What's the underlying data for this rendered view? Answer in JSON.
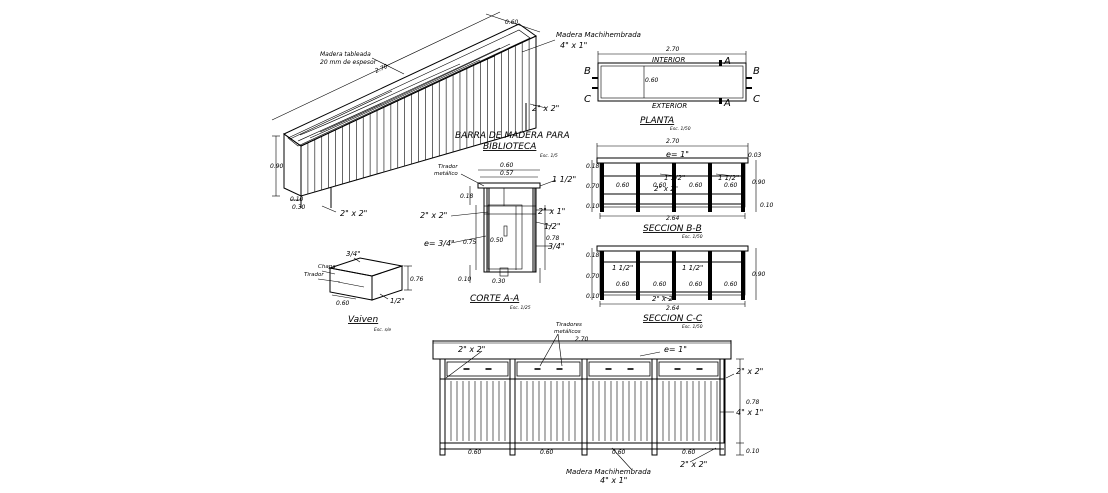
{
  "iso": {
    "label_tablero": "Madera tableada",
    "label_espesor": "20 mm de espesor",
    "label_madera": "Madera Machihembrada",
    "label_madera_dim": "4\" x 1\"",
    "dim_length": "2.70",
    "dim_depth": "0.60",
    "dim_height": "0.90",
    "dim_leg_a": "0.10",
    "dim_leg_b": "0.30",
    "label_pata": "2\" x 2\"",
    "label_pata_back": "2\" x 2\""
  },
  "title": {
    "line1": "BARRA DE MADERA PARA",
    "line2": "BIBLIOTECA"
  },
  "planta": {
    "title": "PLANTA",
    "scale": "Esc. 1/50",
    "dim_length": "2.70",
    "dim_depth": "0.60",
    "label_interior": "INTERIOR",
    "label_exterior": "EXTERIOR",
    "cut_a_top": "A",
    "cut_a_bot": "A",
    "cut_b_left": "B",
    "cut_b_right": "B",
    "cut_c_left": "C",
    "cut_c_right": "C"
  },
  "corte": {
    "title": "CORTE A-A",
    "scale": "Esc. 1/25",
    "scale_top": "Esc. 1/5",
    "dim_top": "0.60",
    "dim_inner": "0.57",
    "dim_1": "0.18",
    "dim_2": "0.50",
    "dim_3": "0.75",
    "dim_4": "0.78",
    "dim_5": "0.10",
    "dim_6": "0.30",
    "label_tirador": "Tirador",
    "label_metalico": "metálico",
    "label_2x2": "2\" x 2\"",
    "label_e34": "e= 3/4\"",
    "label_1half": "1 1/2\"",
    "label_2x1": "2\" x 1\"",
    "label_half": "1/2\"",
    "label_34": "3/4\""
  },
  "vaiven": {
    "title": "Vaiven",
    "scale": "Esc. s/e",
    "label_34": "3/4\"",
    "label_chapa": "Chapa",
    "label_tirador": "Tirador",
    "label_half": "1/2\"",
    "dim_depth": "0.60",
    "dim_height": "0.76"
  },
  "seccion_b": {
    "title": "SECCION B-B",
    "scale": "Esc. 1/50",
    "dim_total": "2.70",
    "dim_inner": "2.64",
    "label_e1": "e= 1\"",
    "label_1half_a": "1 1/2\"",
    "label_1half_b": "1 1/2\"",
    "label_2x2": "2\" x 2\"",
    "cells": [
      "0.60",
      "0.60",
      "0.60",
      "0.60"
    ],
    "dim_left_top": "0.18",
    "dim_left_mid": "0.70",
    "dim_left_bot": "0.10",
    "dim_right": "0.90",
    "dim_right_bot": "0.10",
    "dim_right_top": "0.03"
  },
  "seccion_c": {
    "title": "SECCION C-C",
    "scale": "Esc. 1/50",
    "dim_inner": "2.64",
    "label_1half_a": "1 1/2\"",
    "label_1half_b": "1 1/2\"",
    "label_2x2": "2\" x 2\"",
    "cells": [
      "0.60",
      "0.60",
      "0.60",
      "0.60"
    ],
    "dim_left_top": "0.18",
    "dim_left_mid": "0.70",
    "dim_left_bot": "0.10",
    "dim_right": "0.90"
  },
  "elev": {
    "dim_total": "2.70",
    "label_tiradores": "Tiradores",
    "label_metalicos": "metálicos",
    "label_2x2_top": "2\" x 2\"",
    "label_e1": "e= 1\"",
    "label_2x2_right": "2\" x 2\"",
    "label_4x1": "4\" x 1\"",
    "dim_right": "0.78",
    "dim_right_bot": "0.10",
    "cells": [
      "0.60",
      "0.60",
      "0.60",
      "0.60"
    ],
    "label_madera": "Madera Machihembrada",
    "label_madera_dim": "4\" x 1\"",
    "label_2x2_bot": "2\" x 2\""
  }
}
